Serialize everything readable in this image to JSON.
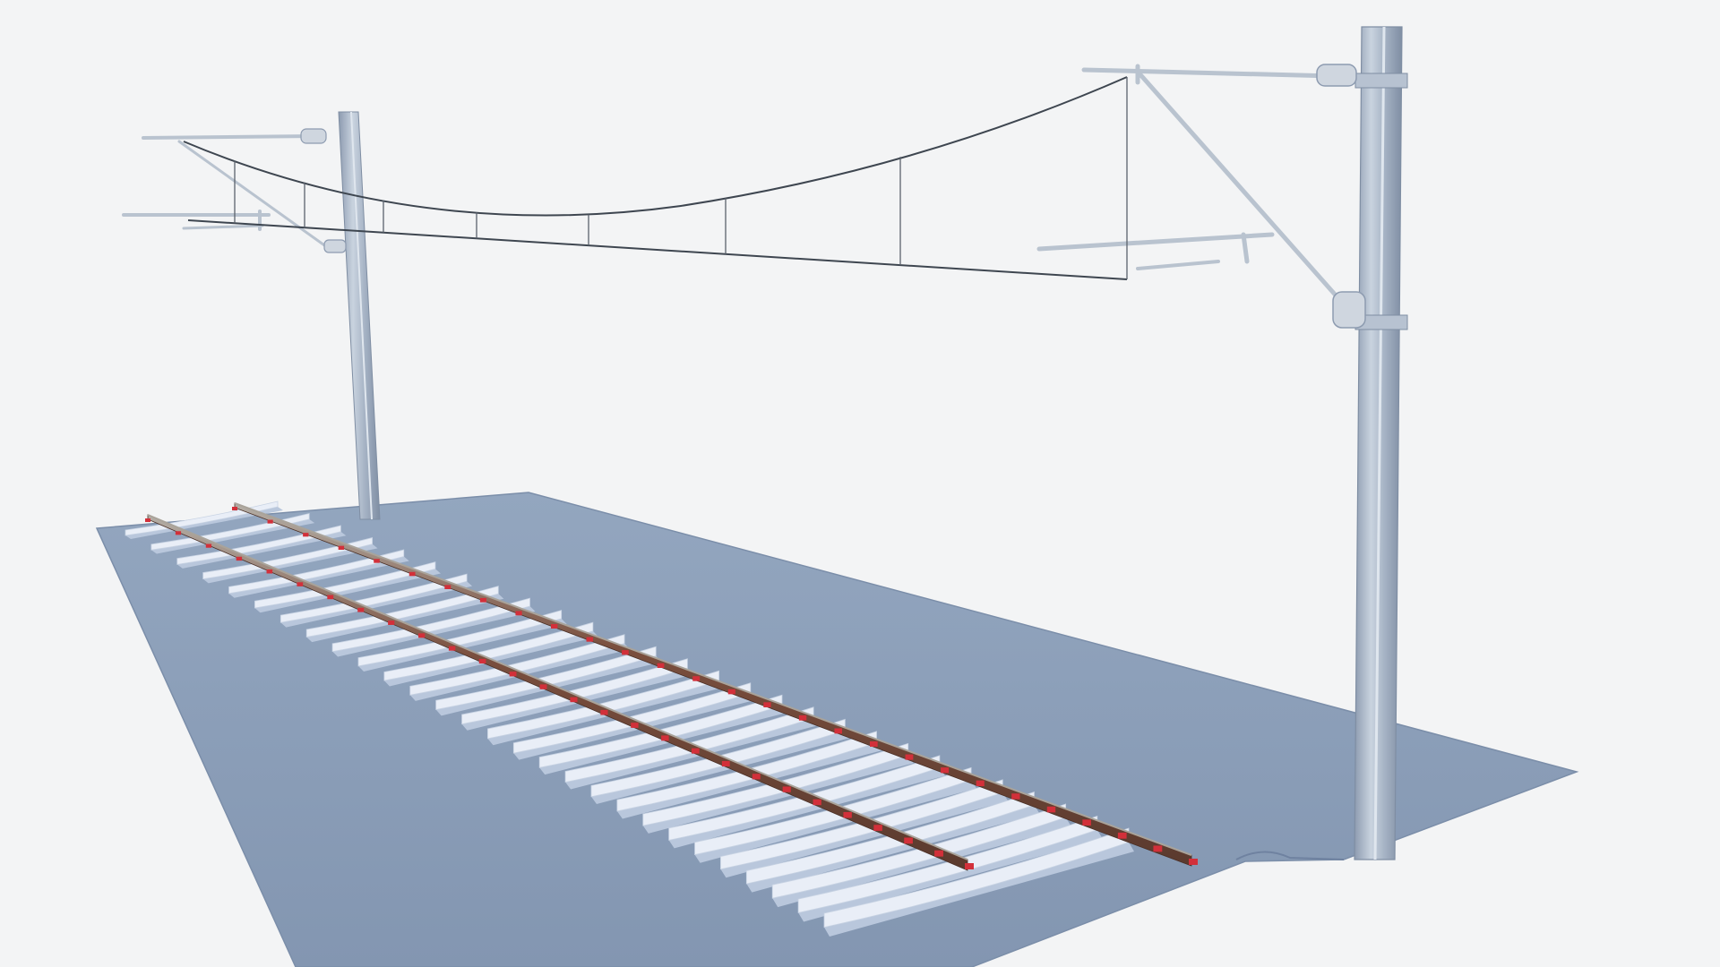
{
  "scene": {
    "subject": "railway-track-with-overhead-catenary",
    "colors": {
      "background": "#f3f4f5",
      "ground": "#8a9db8",
      "ground_edge": "#7b8ea9",
      "mast": "#a4b1c3",
      "mast_highlight": "#c9d3df",
      "mast_shadow": "#7f8ea3",
      "cantilever": "#b9c3cf",
      "insulator": "#cfd6df",
      "wire": "#3e4650",
      "dropper": "#5a626c",
      "sleeper": "#e9eef7",
      "sleeper_shadow": "#b9c7dc",
      "rail": "#7a4f3e",
      "rail_top": "#a9a39a",
      "fastener": "#d2303a"
    },
    "sleeper_count": 28,
    "dropper_count": 8
  }
}
